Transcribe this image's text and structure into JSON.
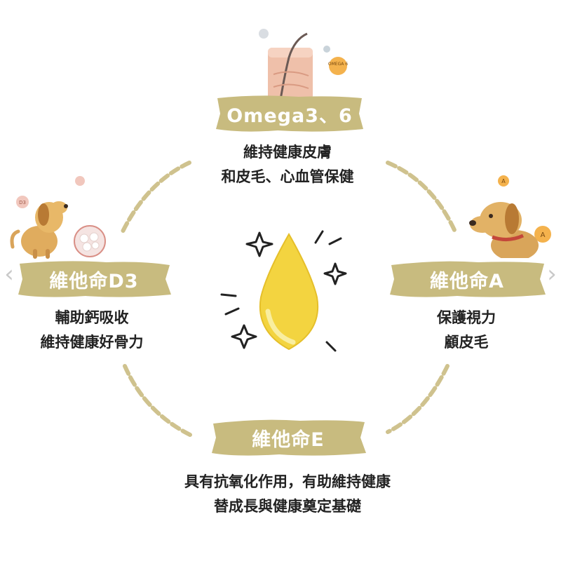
{
  "nodes": [
    {
      "title": "Omega3、6",
      "lines": [
        "維持健康皮膚",
        "和皮毛、心血管保健"
      ]
    },
    {
      "title": "維他命A",
      "lines": [
        "保護視力",
        "顧皮毛"
      ]
    },
    {
      "title": "維他命E",
      "lines": [
        "具有抗氧化作用，有助維持健康",
        "替成長與健康奠定基礎"
      ]
    },
    {
      "title": "維他命D3",
      "lines": [
        "輔助鈣吸收",
        "維持健康好骨力"
      ]
    }
  ],
  "badges": {
    "omega": "OMEGA 6",
    "d3": "D3",
    "a": "A"
  },
  "colors": {
    "banner": "#c8bb7f",
    "arc": "#cfc28e",
    "drop": "#f3d440",
    "ink": "#222222"
  },
  "icons": [
    "chevron-left-icon",
    "chevron-right-icon",
    "sparkle-icon",
    "oil-drop-icon",
    "dog-icon",
    "skin-icon",
    "bone-icon"
  ]
}
